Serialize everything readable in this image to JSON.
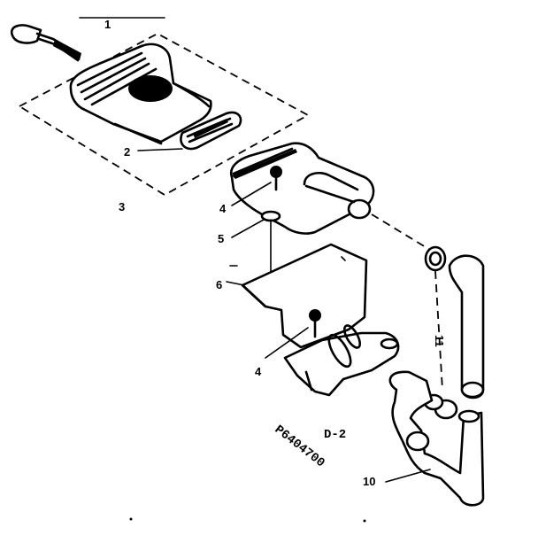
{
  "diagram": {
    "part_labels": {
      "p1": "1",
      "p2": "2",
      "p3": "3",
      "p4a": "4",
      "p5": "5",
      "p6": "6",
      "p4b": "4",
      "p11": "11",
      "p10": "10"
    },
    "section_label": "D-2",
    "drawing_code": "P6404700"
  }
}
